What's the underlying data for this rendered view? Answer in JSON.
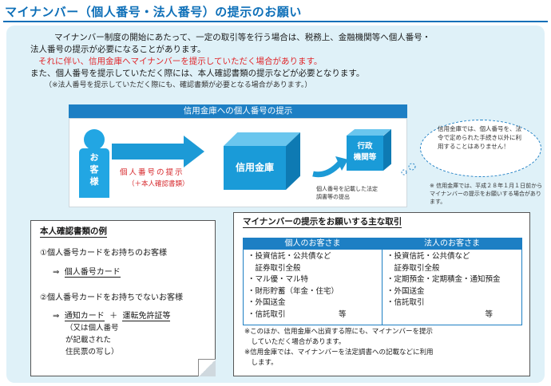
{
  "title": "マイナンバー（個人番号・法人番号）の提示のお願い",
  "intro": {
    "line1": "マイナンバー制度の開始にあたって、一定の取引等を行う場合は、税務上、金融機関等へ個人番号・",
    "line2": "法人番号の提示が必要になることがあります。",
    "red": "それに伴い、信用金庫へマイナンバーを提示していただく場合があります。",
    "line3": "また、個人番号を提示していただく際には、本人確認書類の提示などが必要となります。",
    "note": "（※法人番号を提示していただく際にも、確認書類が必要となる場合があります。）"
  },
  "flow": {
    "header": "信用金庫への個人番号の提示",
    "customer_line1": "お",
    "customer_line2": "客",
    "customer_line3": "様",
    "present_label": "個人番号の提示",
    "present_sub": "（＋本人確認書類）",
    "bank": "信用金庫",
    "gov_line1": "行政",
    "gov_line2": "機関等",
    "gov_note_line1": "個人番号を記載した法定",
    "gov_note_line2": "調書等の提出",
    "bubble_text": "信用金庫では、個人番号を、法令で定められた手続き以外に利用することはありません！",
    "side_note": "※ 信用金庫では、平成２８年１月１日前からマイナンバーの提示をお願いする場合があります。"
  },
  "id_docs": {
    "title": "本人確認書類の例",
    "q1": "①個人番号カードをお持ちのお客様",
    "arrow": "⇒",
    "a1": "個人番号カード",
    "q2": "②個人番号カードをお持ちでないお客様",
    "a2_card": "通知カード",
    "plus": "＋",
    "a2_license": "運転免許証等",
    "a2_sub1": "（又は個人番号",
    "a2_sub2": "が記載された",
    "a2_sub3": "住民票の写し）"
  },
  "transactions": {
    "title": "マイナンバーの提示をお願いする主な取引",
    "individual_head": "個人のお客さま",
    "corporate_head": "法人のお客さま",
    "individual_items": [
      "・投資信託・公共債など",
      "　証券取引全般",
      "・マル優・マル特",
      "・財形貯蓄（年金・住宅）",
      "・外国送金",
      "・信託取引　　　　　　　等"
    ],
    "corporate_items": [
      "・投資信託・公共債など",
      "　証券取引全般",
      "・定期預金・定期積金・通知預金",
      "・外国送金",
      "・信託取引",
      "　　　　　　　　　　　　　等"
    ],
    "note1": "※このほか、信用金庫へ出資する際にも、マイナンバーを提示",
    "note1b": "　していただく場合があります。",
    "note2": "※信用金庫では、マイナンバーを法定調書への記載などに利用",
    "note2b": "　します。"
  },
  "colors": {
    "brand_blue": "#1d7fc4",
    "accent_red": "#e0262a",
    "panel_bg": "#dff1f8"
  }
}
